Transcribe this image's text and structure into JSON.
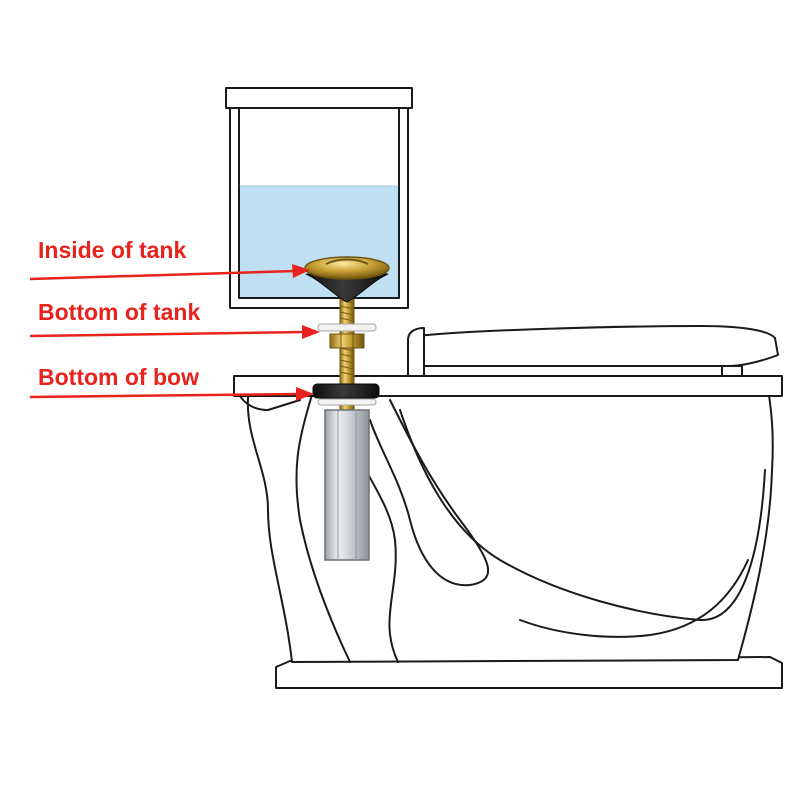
{
  "callouts": [
    {
      "id": "inside-of-tank",
      "text": "Inside of tank"
    },
    {
      "id": "bottom-of-tank",
      "text": "Bottom of tank"
    },
    {
      "id": "bottom-of-bow",
      "text": "Bottom of bow"
    }
  ],
  "colors": {
    "callout": "#e8221c",
    "water": "#bfe0f2",
    "brass": "#c9a032",
    "brass_dark": "#8a6a12",
    "rubber": "#1c1c1c",
    "steel": "#c8ccd0",
    "outline": "#1a1a1a"
  }
}
